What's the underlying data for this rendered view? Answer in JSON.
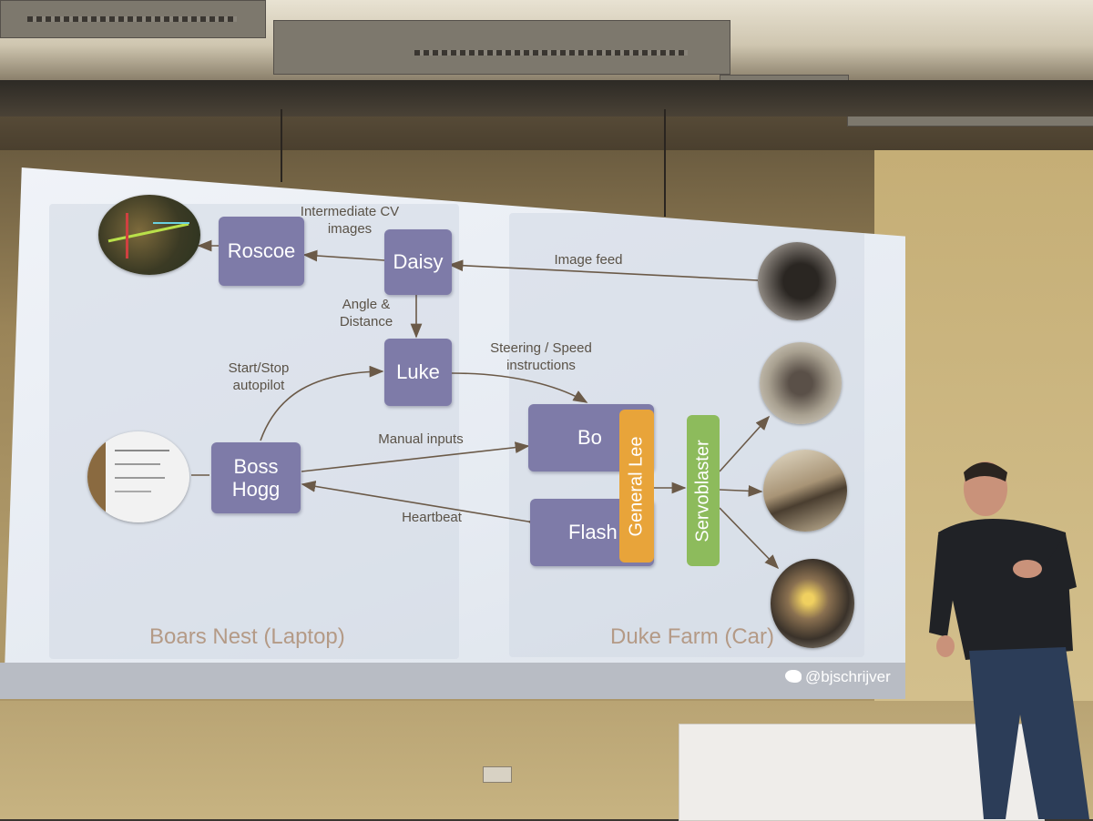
{
  "slide": {
    "left_section": "Boars Nest (Laptop)",
    "right_section": "Duke Farm (Car)",
    "handle": "@bjschrijver",
    "nodes": {
      "roscoe": "Roscoe",
      "daisy": "Daisy",
      "luke": "Luke",
      "boss_hogg": "Boss Hogg",
      "bo": "Bo",
      "flash": "Flash",
      "general_lee": "General Lee",
      "servoblaster": "Servoblaster"
    },
    "labels": {
      "intermediate": "Intermediate CV images",
      "image_feed": "Image feed",
      "angle_distance": "Angle & Distance",
      "steering_speed": "Steering / Speed instructions",
      "start_stop": "Start/Stop autopilot",
      "manual_inputs": "Manual inputs",
      "heartbeat": "Heartbeat"
    }
  },
  "colors": {
    "node": "#7e7ba8",
    "general_lee": "#e8a43a",
    "servoblaster": "#8dbb5c",
    "section_text": "#b49a86",
    "arrow": "#6b5a48"
  },
  "icons": {
    "twitter": "twitter-bird-icon"
  }
}
